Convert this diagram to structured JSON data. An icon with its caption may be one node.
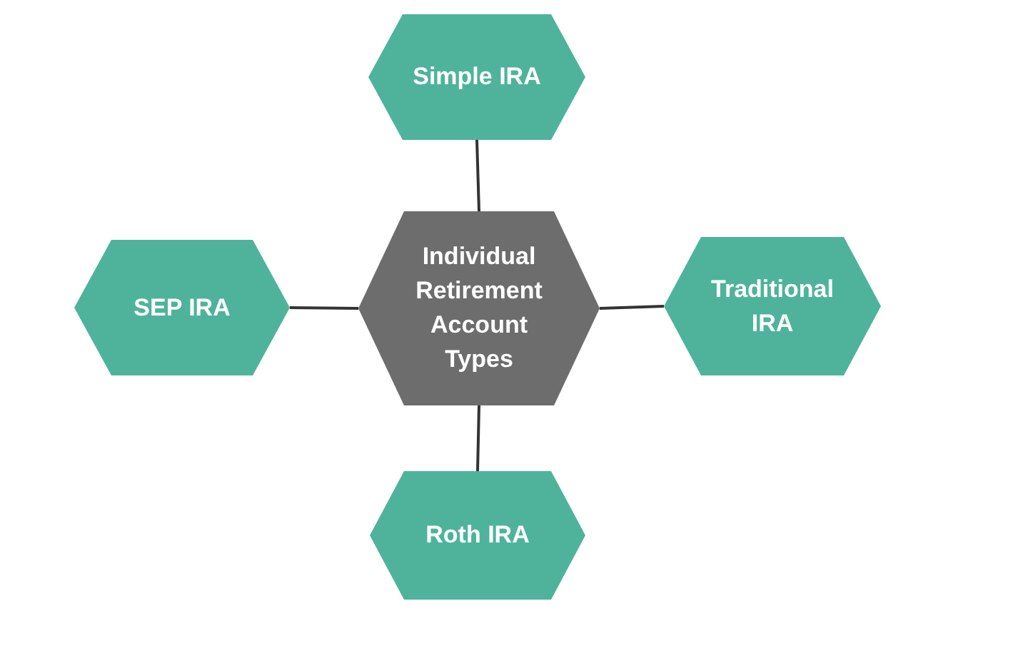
{
  "diagram": {
    "nodes": [
      {
        "text": [
          "Simple IRA"
        ]
      },
      {
        "text": [
          "SEP IRA"
        ]
      },
      {
        "text": [
          "Individual Retirement Account Types"
        ]
      },
      {
        "text": [
          "Traditional IRA"
        ]
      },
      {
        "text": [
          "Roth IRA"
        ]
      }
    ],
    "edges": [
      {
        "from": 2,
        "to": 0,
        "arrow": "none"
      },
      {
        "from": 1,
        "to": 2,
        "arrow": "none"
      },
      {
        "from": 2,
        "to": 3,
        "arrow": "none"
      },
      {
        "from": 2,
        "to": 4,
        "arrow": "none"
      }
    ]
  }
}
